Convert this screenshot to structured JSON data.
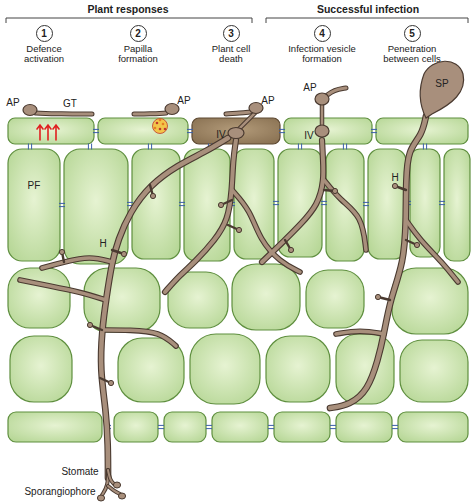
{
  "diagram": {
    "nodes": [
      {
        "text": [
          "1",
          "Defence activation"
        ]
      },
      {
        "text": [
          "2",
          "Papilla formation"
        ]
      },
      {
        "text": [
          "3",
          "Plant cell death"
        ]
      },
      {
        "text": [
          "4",
          "Infection vesicle formation"
        ]
      },
      {
        "text": [
          "5",
          "Penetration between cells"
        ]
      }
    ],
    "labels": [
      "Plant responses",
      "Successful infection",
      "AP",
      "GT",
      "AP",
      "AP",
      "AP",
      "SP",
      "IV",
      "IV",
      "H",
      "PF",
      "H",
      "Stomate",
      "Sporangiophore"
    ]
  }
}
